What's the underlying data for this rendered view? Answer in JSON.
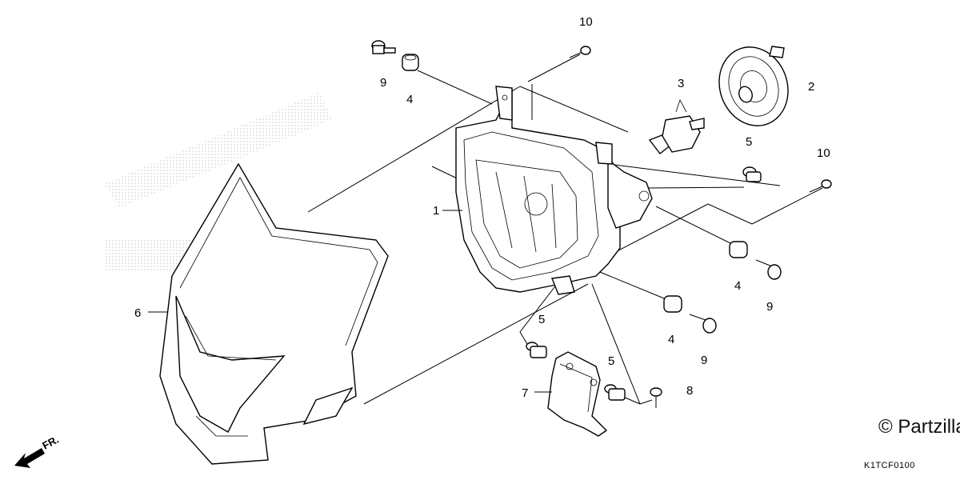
{
  "callouts": {
    "c1": "1",
    "c2": "2",
    "c3": "3",
    "c4a": "4",
    "c4b": "4",
    "c4c": "4",
    "c5a": "5",
    "c5b": "5",
    "c5c": "5",
    "c6": "6",
    "c7": "7",
    "c8": "8",
    "c9a": "9",
    "c9b": "9",
    "c9c": "9",
    "c10a": "10",
    "c10b": "10"
  },
  "watermark": "© Partzilla",
  "diagram_code": "K1TCF0100",
  "direction_label": "FR."
}
